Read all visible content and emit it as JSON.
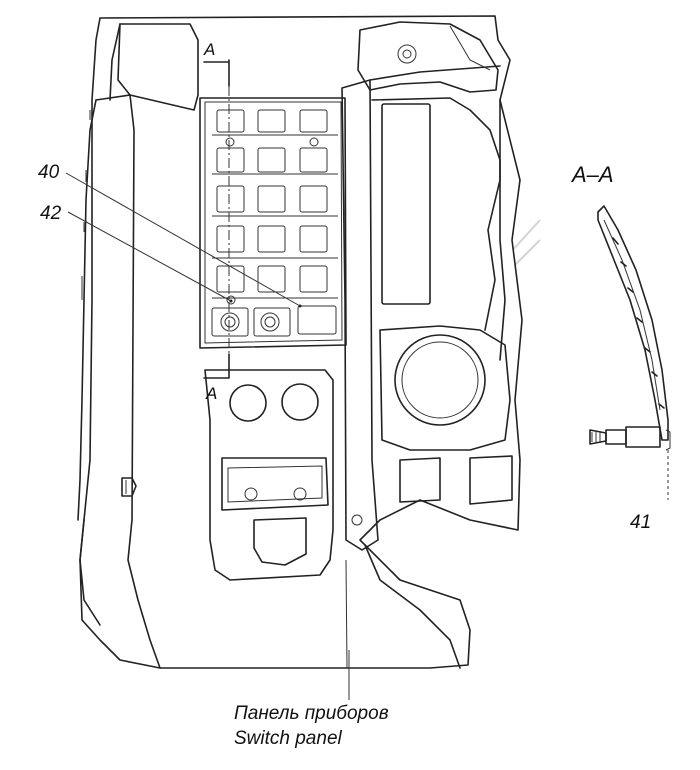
{
  "callouts": {
    "c40": "40",
    "c42": "42",
    "c41": "41"
  },
  "section": {
    "marker_top": "A",
    "marker_bottom": "A",
    "view_title": "A–A"
  },
  "caption": {
    "line_ru": "Панель приборов",
    "line_en": "Switch panel"
  }
}
